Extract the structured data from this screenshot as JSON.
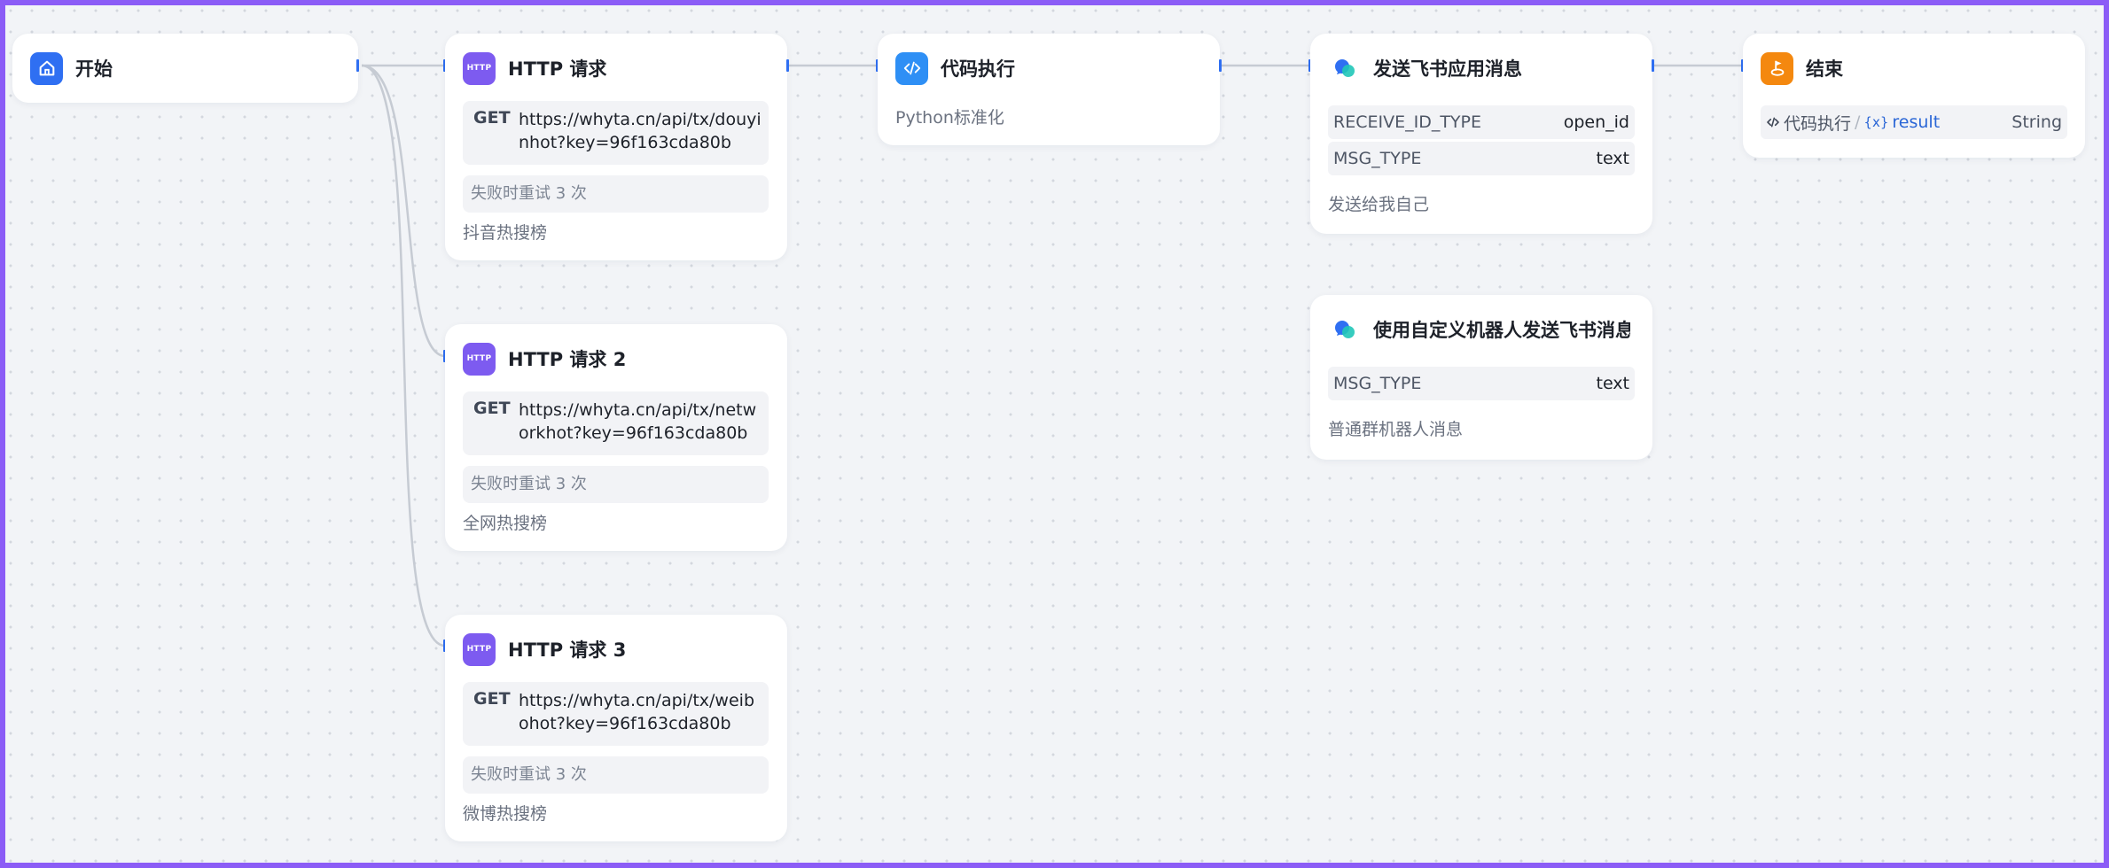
{
  "colors": {
    "accent": "#2f6ff2",
    "http": "#7d5bf0",
    "code": "#2e8ff5",
    "end": "#f4880f",
    "frame": "#8b5cf6",
    "edge": "#c6cbd3"
  },
  "nodes": {
    "start": {
      "title": "开始",
      "icon": "home-icon"
    },
    "http1": {
      "title": "HTTP 请求",
      "icon": "http-icon",
      "icon_text": "HTTP",
      "method": "GET",
      "url": "https://whyta.cn/api/tx/douyinhot?key=96f163cda80b",
      "retry": "失败时重试 3 次",
      "description": "抖音热搜榜"
    },
    "http2": {
      "title": "HTTP 请求 2",
      "icon": "http-icon",
      "icon_text": "HTTP",
      "method": "GET",
      "url": "https://whyta.cn/api/tx/networkhot?key=96f163cda80b",
      "retry": "失败时重试 3 次",
      "description": "全网热搜榜"
    },
    "http3": {
      "title": "HTTP 请求 3",
      "icon": "http-icon",
      "icon_text": "HTTP",
      "method": "GET",
      "url": "https://whyta.cn/api/tx/weibohot?key=96f163cda80b",
      "retry": "失败时重试 3 次",
      "description": "微博热搜榜"
    },
    "code": {
      "title": "代码执行",
      "icon": "code-icon",
      "description": "Python标准化"
    },
    "feishu_app": {
      "title": "发送飞书应用消息",
      "icon": "feishu-icon",
      "params": [
        {
          "key": "RECEIVE_ID_TYPE",
          "value": "open_id"
        },
        {
          "key": "MSG_TYPE",
          "value": "text"
        }
      ],
      "description": "发送给我自己"
    },
    "feishu_bot": {
      "title": "使用自定义机器人发送飞书消息",
      "icon": "feishu-icon",
      "params": [
        {
          "key": "MSG_TYPE",
          "value": "text"
        }
      ],
      "description": "普通群机器人消息"
    },
    "end": {
      "title": "结束",
      "icon": "end-icon",
      "output": {
        "source": "代码执行",
        "separator": "/",
        "var_symbol": "{x}",
        "variable": "result",
        "type": "String"
      }
    }
  }
}
